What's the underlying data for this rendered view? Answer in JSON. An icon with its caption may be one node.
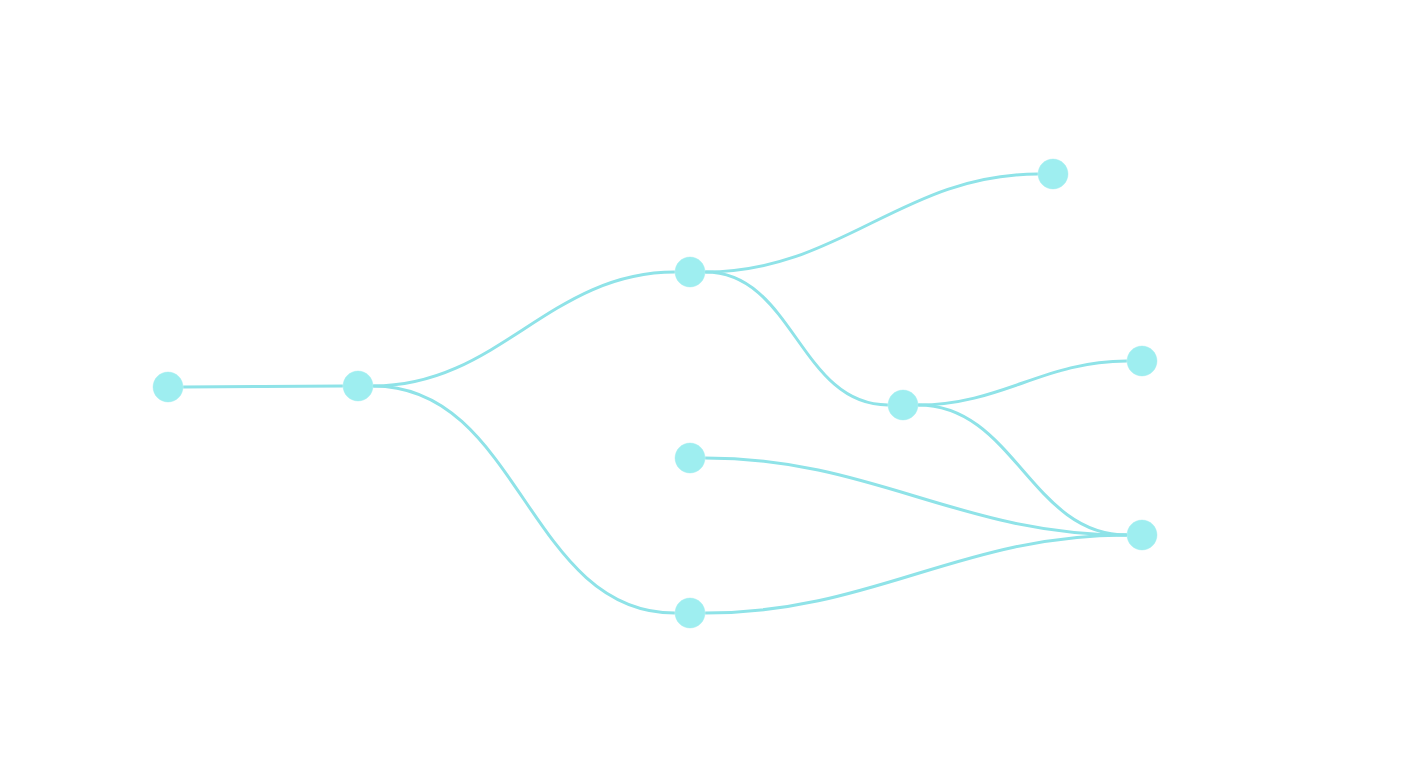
{
  "diagram": {
    "nodes": [
      {
        "text": [],
        "shape": "circle"
      },
      {
        "text": [],
        "shape": "circle"
      },
      {
        "text": [],
        "shape": "circle"
      },
      {
        "text": [],
        "shape": "circle"
      },
      {
        "text": [],
        "shape": "circle"
      },
      {
        "text": [],
        "shape": "circle"
      },
      {
        "text": [],
        "shape": "circle"
      },
      {
        "text": [],
        "shape": "circle"
      },
      {
        "text": [],
        "shape": "circle"
      }
    ],
    "edges": [
      {
        "from": 0,
        "to": 1,
        "arrow": "none"
      },
      {
        "from": 1,
        "to": 2,
        "arrow": "none"
      },
      {
        "from": 1,
        "to": 4,
        "arrow": "none"
      },
      {
        "from": 2,
        "to": 6,
        "arrow": "none"
      },
      {
        "from": 2,
        "to": 5,
        "arrow": "none"
      },
      {
        "from": 5,
        "to": 7,
        "arrow": "none"
      },
      {
        "from": 5,
        "to": 8,
        "arrow": "none"
      },
      {
        "from": 3,
        "to": 8,
        "arrow": "none"
      },
      {
        "from": 4,
        "to": 8,
        "arrow": "none"
      }
    ]
  }
}
